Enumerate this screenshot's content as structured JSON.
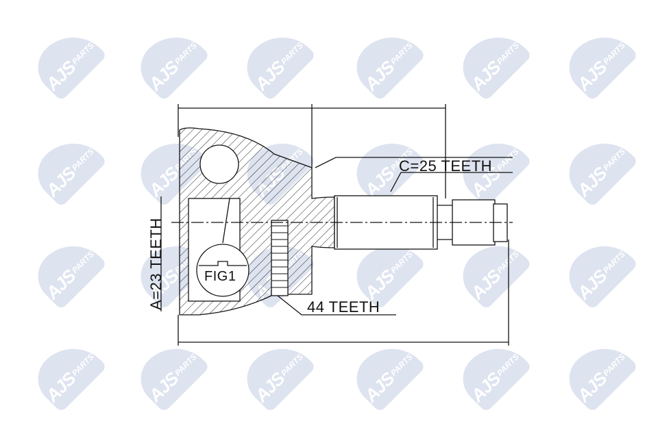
{
  "watermark": {
    "brand": "AJS",
    "suffix": "PARTS",
    "color": "#dde3ef"
  },
  "labels": {
    "spline_outer": "C=25 TEETH",
    "spline_inner": "A=23 TEETH",
    "abs_ring": "44 TEETH",
    "figure": "FIG1"
  }
}
